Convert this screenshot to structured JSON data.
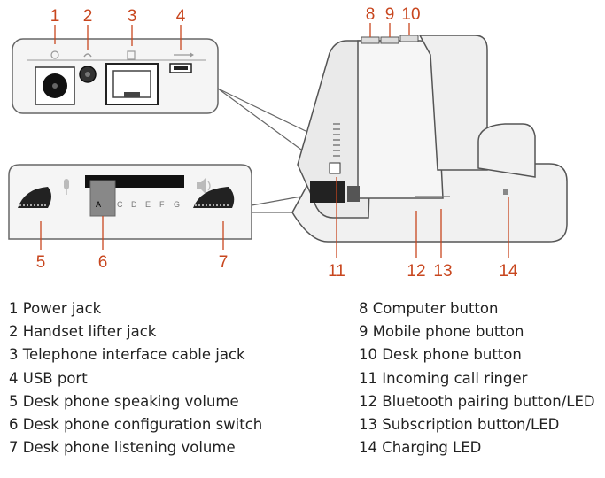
{
  "callouts": {
    "c1": "1",
    "c2": "2",
    "c3": "3",
    "c4": "4",
    "c5": "5",
    "c6": "6",
    "c7": "7",
    "c8": "8",
    "c9": "9",
    "c10": "10",
    "c11": "11",
    "c12": "12",
    "c13": "13",
    "c14": "14"
  },
  "switch_letters": [
    "A",
    "C",
    "D",
    "E",
    "F",
    "G"
  ],
  "legend_left": [
    {
      "num": "1",
      "label": "Power jack"
    },
    {
      "num": "2",
      "label": "Handset lifter jack"
    },
    {
      "num": "3",
      "label": "Telephone interface cable jack"
    },
    {
      "num": "4",
      "label": "USB port"
    },
    {
      "num": "5",
      "label": "Desk phone speaking volume"
    },
    {
      "num": "6",
      "label": "Desk phone configuration switch"
    },
    {
      "num": "7",
      "label": "Desk phone listening volume"
    }
  ],
  "legend_right": [
    {
      "num": "8",
      "label": "Computer button"
    },
    {
      "num": "9",
      "label": "Mobile phone button"
    },
    {
      "num": "10",
      "label": "Desk phone button"
    },
    {
      "num": "11",
      "label": "Incoming call ringer"
    },
    {
      "num": "12",
      "label": "Bluetooth pairing button/LED"
    },
    {
      "num": "13",
      "label": "Subscription button/LED"
    },
    {
      "num": "14",
      "label": "Charging LED"
    }
  ],
  "colors": {
    "callout": "#c8461e",
    "line": "#555555",
    "body_fill": "#f4f4f4"
  },
  "icons": [
    "power-icon",
    "handset-icon",
    "phone-icon",
    "usb-icon",
    "microphone-icon",
    "speaker-icon"
  ]
}
